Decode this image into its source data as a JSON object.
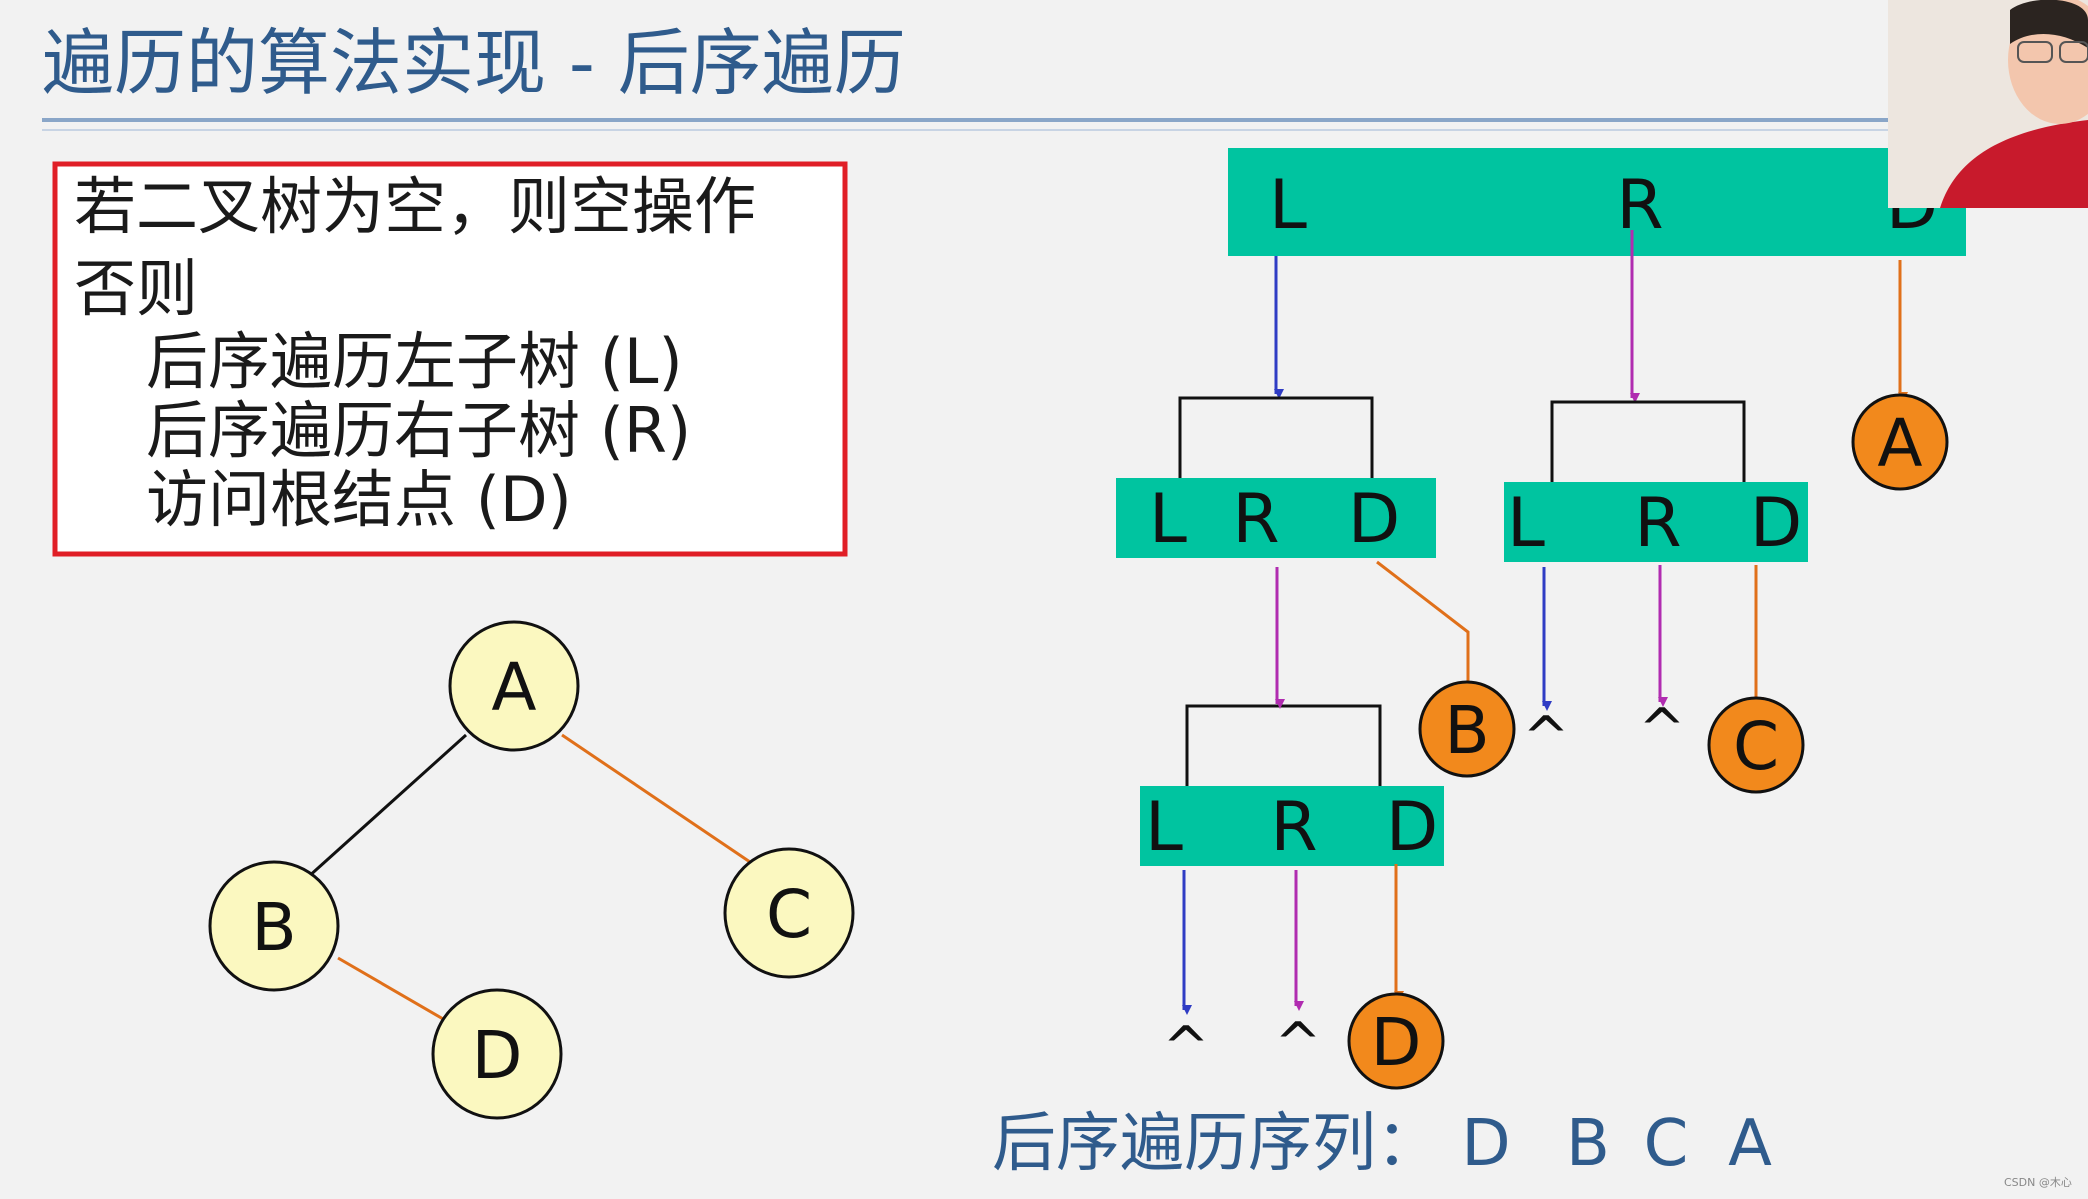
{
  "title": "遍历的算法实现 - 后序遍历",
  "rule_box": {
    "lines": [
      "若二叉树为空，则空操作",
      "否则",
      "后序遍历左子树 (L)",
      "后序遍历右子树 (R)",
      "访问根结点 (D)"
    ]
  },
  "tree": {
    "nodes": [
      "A",
      "B",
      "C",
      "D"
    ]
  },
  "bars": {
    "top": [
      "L",
      "R",
      "D"
    ],
    "mid_left": [
      "L",
      "R",
      "D"
    ],
    "mid_right": [
      "L",
      "R",
      "D"
    ],
    "bottom": [
      "L",
      "R",
      "D"
    ]
  },
  "visited": [
    "A",
    "B",
    "C",
    "D"
  ],
  "null_symbol": "^",
  "sequence": {
    "label": "后序遍历序列：",
    "values": [
      "D",
      "B",
      "C",
      "A"
    ]
  },
  "watermark": "CSDN @木心",
  "colors": {
    "title": "#2f5b8c",
    "bar": "#00c4a0",
    "node_fill": "#fbf8c0",
    "visited_fill": "#f2891c",
    "arrow_L": "#2f3cc4",
    "arrow_R": "#b02cb0",
    "arrow_D": "#e0701a",
    "rule_border": "#e01e26"
  }
}
